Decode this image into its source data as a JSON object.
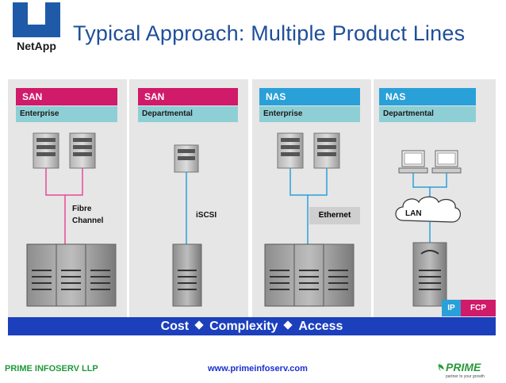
{
  "header": {
    "logo_text": "NetApp",
    "title": "Typical Approach: Multiple Product Lines"
  },
  "columns": [
    {
      "category": "SAN",
      "tier": "Enterprise",
      "category_color": "#d01a6a"
    },
    {
      "category": "SAN",
      "tier": "Departmental",
      "category_color": "#d01a6a"
    },
    {
      "category": "NAS",
      "tier": "Enterprise",
      "category_color": "#2aa0d8"
    },
    {
      "category": "NAS",
      "tier": "Departmental",
      "category_color": "#2aa0d8"
    }
  ],
  "connections": {
    "fibre_channel": "Fibre Channel",
    "iscsi": "iSCSI",
    "ethernet": "Ethernet",
    "lan": "LAN"
  },
  "protocol_tags": {
    "ip": "IP",
    "fcp": "FCP"
  },
  "banner": {
    "cost": "Cost",
    "complexity": "Complexity",
    "access": "Access"
  },
  "footer": {
    "company": "PRIME INFOSERV LLP",
    "website": "www.primeinfoserv.com",
    "brand_logo_text": "PRIME",
    "brand_tagline": "partner to your growth"
  },
  "colors": {
    "magenta": "#d01a6a",
    "blue": "#2aa0d8",
    "teal": "#8ecfd6",
    "banner": "#1c3fbc",
    "title": "#1f4f9a",
    "footer_green": "#1e9a3a"
  },
  "icons": [
    "netapp-logo-icon",
    "server-icon",
    "storage-rack-icon",
    "desktop-computer-icon",
    "cloud-icon",
    "prime-logo-icon"
  ]
}
